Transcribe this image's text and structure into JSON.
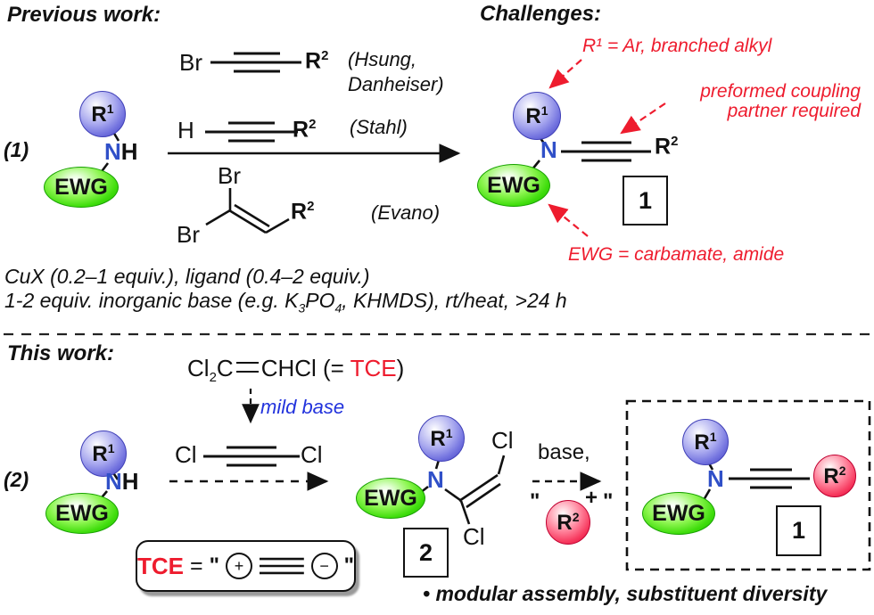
{
  "colors": {
    "red": "#ee1c2e",
    "nitrogen_blue": "#3050c8",
    "mild_base_blue": "#2233dd",
    "ewg_green": "#3fdd0c",
    "r1_blue": "#7676e0",
    "r2_red": "#f73b60"
  },
  "header": {
    "previous_work": "Previous work:",
    "challenges": "Challenges:",
    "this_work": "This work:"
  },
  "eq1": {
    "label": "(1)",
    "reactant": {
      "r1": "R",
      "r1_sup": "1",
      "n": "N",
      "h": "H",
      "ewg": "EWG"
    },
    "reagents": {
      "row1": {
        "left_atom": "Br",
        "r2": "R",
        "r2_sup": "2",
        "attribution_line1": "(Hsung,",
        "attribution_line2": "Danheiser)"
      },
      "row2": {
        "left_atom": "H",
        "r2": "R",
        "r2_sup": "2",
        "attribution": "(Stahl)"
      },
      "row3": {
        "br_top": "Br",
        "br_bottom": "Br",
        "r2": "R",
        "r2_sup": "2",
        "attribution": "(Evano)"
      }
    },
    "product": {
      "r1": "R",
      "r1_sup": "1",
      "n": "N",
      "r2": "R",
      "r2_sup": "2",
      "ewg": "EWG",
      "compound_number": "1"
    },
    "annotations": {
      "r1_note": "R¹ = Ar, branched alkyl",
      "coupling_note_line1": "preformed coupling",
      "coupling_note_line2": "partner required",
      "ewg_note": "EWG = carbamate, amide"
    },
    "conditions": {
      "line1": "CuX (0.2–1 equiv.), ligand (0.4–2 equiv.)",
      "line2_a": "1-2 equiv. inorganic base (e.g. K",
      "line2_sub1": "3",
      "line2_b": "PO",
      "line2_sub2": "4",
      "line2_c": ", KHMDS), rt/heat, >24 h"
    }
  },
  "eq2": {
    "label": "(2)",
    "tce_formula": {
      "a": "Cl",
      "sub": "2",
      "b": "C",
      "c": "CHCl (= ",
      "tce": "TCE",
      "d": ")"
    },
    "mild_base": "mild base",
    "dca": {
      "left_atom": "Cl",
      "right_atom": "Cl"
    },
    "reactant": {
      "r1": "R",
      "r1_sup": "1",
      "n": "N",
      "h": "H",
      "ewg": "EWG"
    },
    "intermediate": {
      "r1": "R",
      "r1_sup": "1",
      "n": "N",
      "ewg": "EWG",
      "cl_top": "Cl",
      "cl_bottom": "Cl",
      "compound_number": "2"
    },
    "coupling": {
      "base_label": "base,",
      "quote_open": "\"",
      "r2": "R",
      "r2_sup": "2",
      "plus": "+",
      "quote_close": "\""
    },
    "product": {
      "r1": "R",
      "r1_sup": "1",
      "n": "N",
      "r2": "R",
      "r2_sup": "2",
      "ewg": "EWG",
      "compound_number": "1"
    },
    "tce_box": {
      "tce": "TCE",
      "equals": "=",
      "quote_open": "\"",
      "quote_close": "\""
    },
    "bullet_note": "• modular assembly, substituent diversity"
  }
}
